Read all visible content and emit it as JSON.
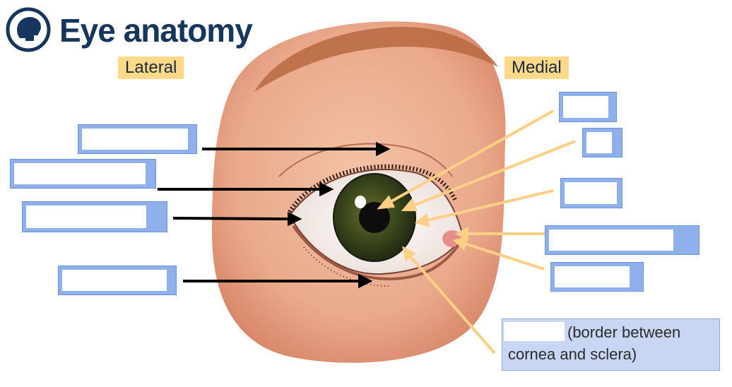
{
  "header": {
    "title": "Eye anatomy",
    "logo_icon": "brain-head-icon"
  },
  "orientation": {
    "lateral": "Lateral",
    "medial": "Medial"
  },
  "footnote": {
    "limbus_line1": "(border between",
    "limbus_line2": "cornea and sclera)"
  },
  "colors": {
    "title": "#17365d",
    "label_bg": "#ffd98a",
    "box_fill": "#8fb0ea",
    "pointer_medial": "#ffcf86",
    "pointer_lateral": "#000000"
  }
}
